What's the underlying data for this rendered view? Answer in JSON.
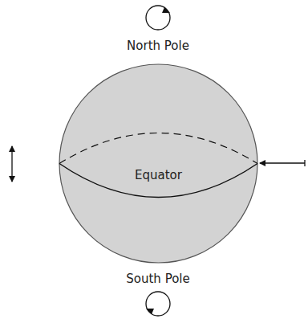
{
  "diagram": {
    "nodes": [
      {
        "text": [
          "Equator"
        ]
      }
    ],
    "labels": [
      "North Pole",
      "South Pole"
    ]
  }
}
